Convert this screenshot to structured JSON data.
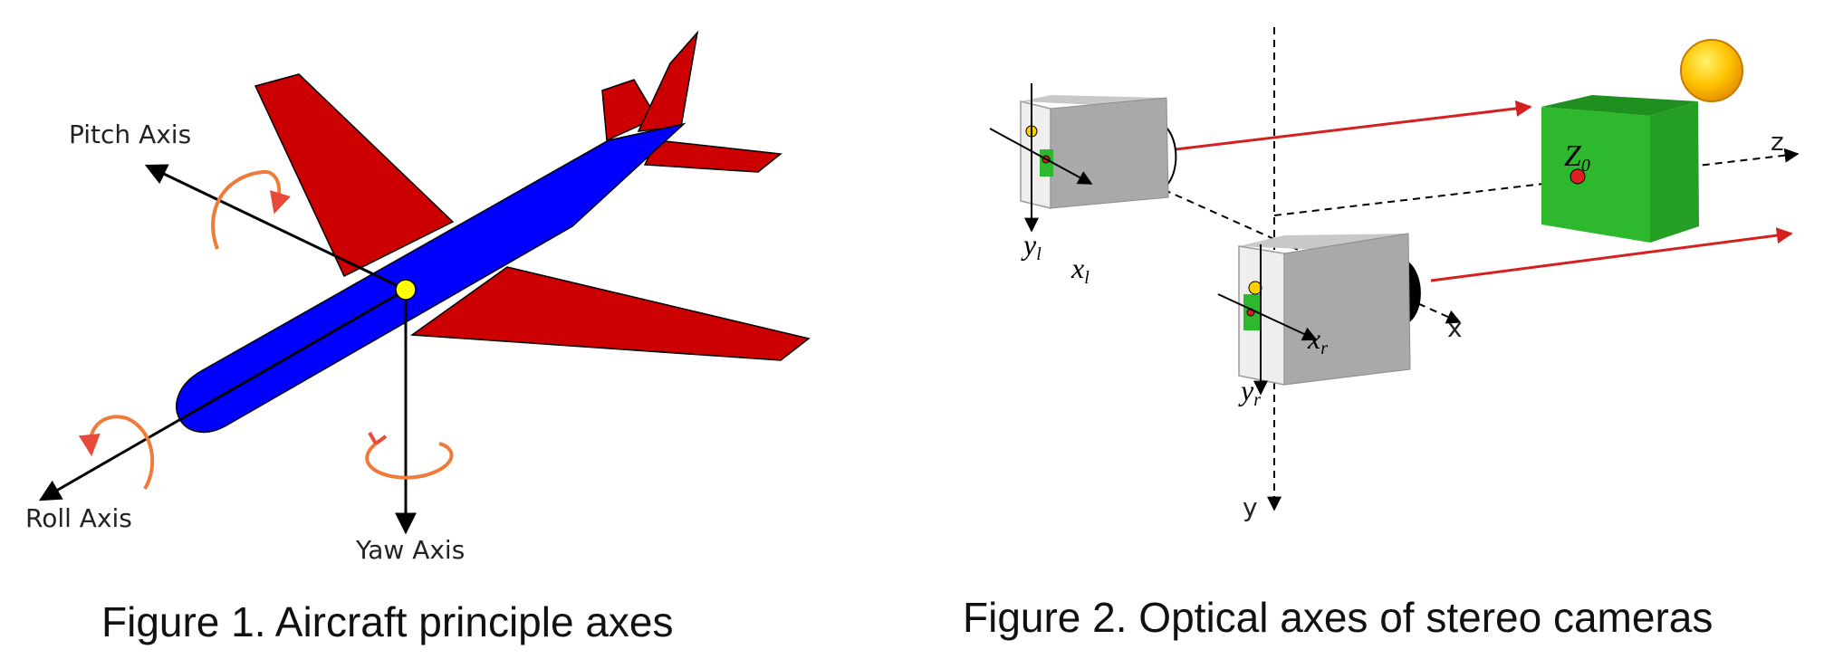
{
  "figure1": {
    "caption": "Figure 1. Aircraft principle axes",
    "labels": {
      "pitch": "Pitch Axis",
      "roll": "Roll Axis",
      "yaw": "Yaw Axis"
    },
    "colors": {
      "fuselage": "#0000ff",
      "wings": "#cc0000",
      "center": "#ffff00",
      "rotation_arrow": "#f07a3a"
    }
  },
  "figure2": {
    "caption": "Figure 2. Optical axes of stereo cameras",
    "labels": {
      "left_y": "y",
      "left_y_sub": "l",
      "left_x": "x",
      "left_x_sub": "l",
      "right_x": "x",
      "right_x_sub": "r",
      "right_y": "y",
      "right_y_sub": "r",
      "object": "Z",
      "object_sub": "0",
      "world_z": "z",
      "world_x": "x",
      "world_y": "y"
    },
    "colors": {
      "camera_body": "#a9a9a9",
      "object_cube": "#2db82d",
      "sun": "#ffcc00",
      "ray": "#d62020"
    }
  }
}
